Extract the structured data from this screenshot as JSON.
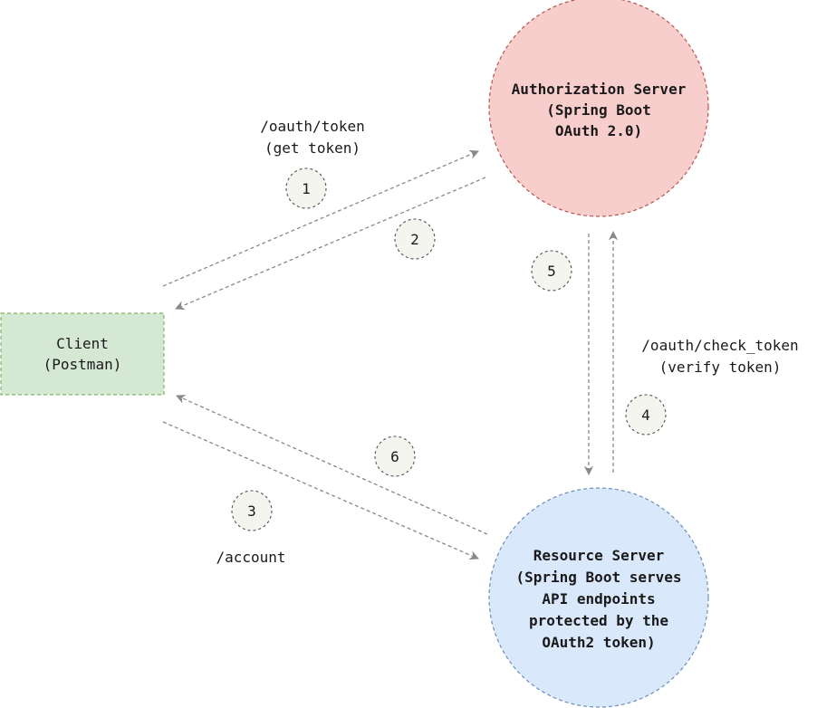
{
  "colors": {
    "auth_fill": "#f8cecc",
    "auth_stroke": "#b85450",
    "resource_fill": "#dae8fc",
    "resource_stroke": "#6c8ebf",
    "client_fill": "#d5e8d4",
    "client_stroke": "#82b366",
    "step_fill": "#f5f5ef",
    "step_stroke": "#555555",
    "arrow": "#888888"
  },
  "nodes": {
    "auth_server": {
      "lines": [
        "Authorization Server",
        "(Spring Boot",
        "OAuth 2.0)"
      ]
    },
    "resource_server": {
      "lines": [
        "Resource Server",
        "(Spring Boot serves",
        "API endpoints",
        "protected by the",
        "OAuth2 token)"
      ]
    },
    "client": {
      "lines": [
        "Client",
        "(Postman)"
      ]
    }
  },
  "labels": {
    "token_endpoint": [
      "/oauth/token",
      "(get token)"
    ],
    "check_token": [
      "/oauth/check_token",
      "(verify token)"
    ],
    "account": "/account"
  },
  "steps": [
    "1",
    "2",
    "3",
    "4",
    "5",
    "6"
  ]
}
